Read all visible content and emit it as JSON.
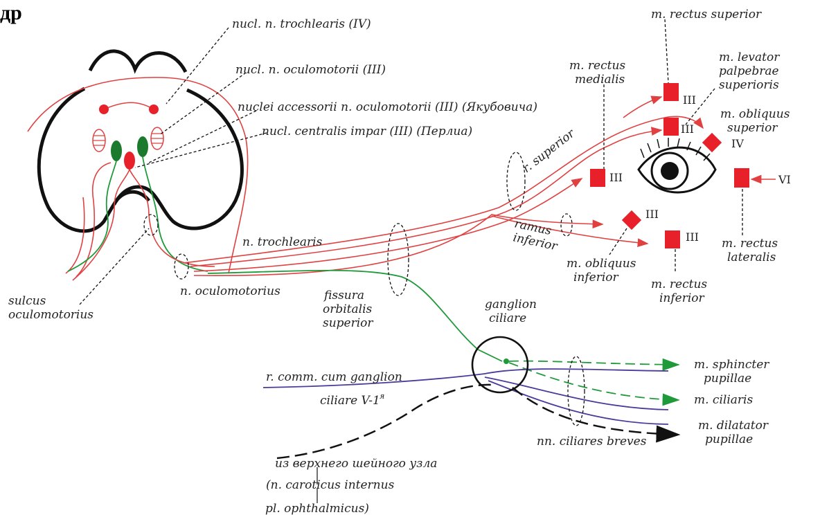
{
  "header_fragment": "др",
  "labels": {
    "trochlear_nucleus": "nucl. n. trochlearis (IV)",
    "oculomotor_nucleus": "nucl. n. oculomotorii (III)",
    "accessory_nuclei": "nuclei accessorii n. oculomotorii (III) (Якубовича)",
    "central_nucleus": "nucl. centralis impar (III) (Перлиа)",
    "sulcus_1": "sulcus",
    "sulcus_2": "oculomotorius",
    "n_oculomotorius": "n. oculomotorius",
    "n_trochlearis": "n. trochlearis",
    "fissura_1": "fissura",
    "fissura_2": "orbitalis",
    "fissura_3": "superior",
    "r_superior": "r. superior",
    "ramus_1": "ramus",
    "ramus_2": "inferior",
    "rectus_superior": "m. rectus superior",
    "rectus_medialis_1": "m. rectus",
    "rectus_medialis_2": "medialis",
    "levator_1": "m. levator",
    "levator_2": "palpebrae",
    "levator_3": "superioris",
    "obliquus_sup_1": "m. obliquus",
    "obliquus_sup_2": "superior",
    "obliquus_inf_1": "m. obliquus",
    "obliquus_inf_2": "inferior",
    "rectus_inferior_1": "m. rectus",
    "rectus_inferior_2": "inferior",
    "rectus_lateralis_1": "m. rectus",
    "rectus_lateralis_2": "lateralis",
    "ganglion_1": "ganglion",
    "ganglion_2": "ciliare",
    "r_comm_1": "r. comm. cum ganglion",
    "r_comm_2": "ciliare V-1",
    "r_comm_sup": "я",
    "sphincter_1": "m. sphincter",
    "sphincter_2": "pupillae",
    "ciliaris": "m. ciliaris",
    "dilatator_1": "m. dilatator",
    "dilatator_2": "pupillae",
    "nn_ciliares": "nn. ciliares breves",
    "sympathetic_1": "из верхнего шейного узла",
    "sympathetic_2": "(n. caroticus internus",
    "sympathetic_3": "pl. ophthalmicus)"
  },
  "roman": {
    "rs": "III",
    "lps": "III",
    "rm": "III",
    "os": "IV",
    "oi": "III",
    "ri": "III",
    "vi": "VI"
  },
  "colors": {
    "somatic_motor": "#e04040",
    "parasympathetic": "#1f9a3a",
    "sensory": "#4a3a9a",
    "sympathetic": "#111111",
    "muscle_marker": "#e8202a"
  }
}
